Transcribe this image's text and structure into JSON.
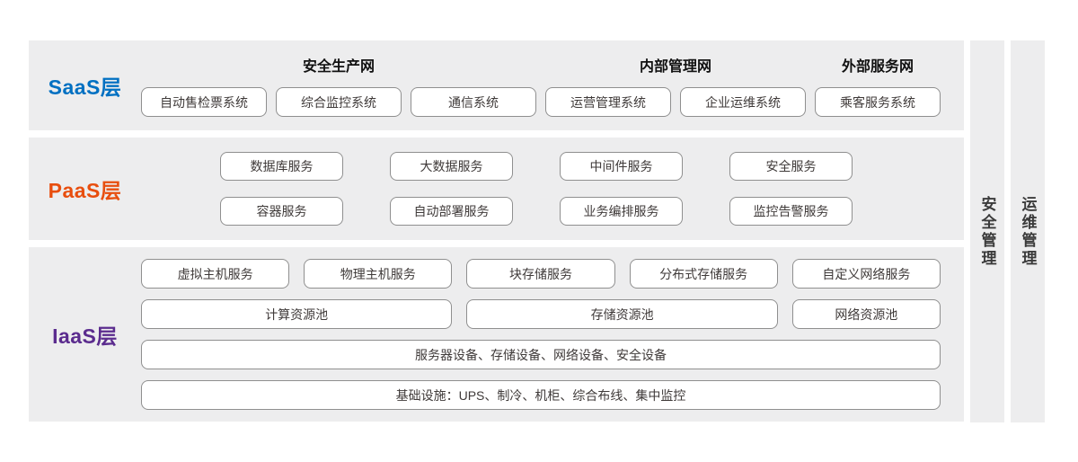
{
  "layers": {
    "saas": {
      "label": "SaaS层",
      "color": "#0070C2",
      "groups": [
        {
          "header": "安全生产网",
          "boxes": [
            "自动售检票系统",
            "综合监控系统",
            "通信系统"
          ]
        },
        {
          "header": "内部管理网",
          "boxes": [
            "运营管理系统",
            "企业运维系统"
          ]
        },
        {
          "header": "外部服务网",
          "boxes": [
            "乘客服务系统"
          ]
        }
      ]
    },
    "paas": {
      "label": "PaaS层",
      "color": "#E84E0E",
      "rows": [
        [
          "数据库服务",
          "大数据服务",
          "中间件服务",
          "安全服务"
        ],
        [
          "容器服务",
          "自动部署服务",
          "业务编排服务",
          "监控告警服务"
        ]
      ]
    },
    "iaas": {
      "label": "IaaS层",
      "color": "#5B2C8E",
      "service_row": [
        "虚拟主机服务",
        "物理主机服务",
        "块存储服务",
        "分布式存储服务",
        "自定义网络服务"
      ],
      "pool_row": [
        "计算资源池",
        "存储资源池",
        "网络资源池"
      ],
      "device_row": "服务器设备、存储设备、网络设备、安全设备",
      "infra_row": "基础设施：UPS、制冷、机柜、综合布线、集中监控"
    }
  },
  "side_bars": [
    {
      "label": "安全管理"
    },
    {
      "label": "运维管理"
    }
  ],
  "colors": {
    "band_background": "#EDEDEE",
    "box_border": "#8F8F8F",
    "box_text": "#3F3A39"
  }
}
